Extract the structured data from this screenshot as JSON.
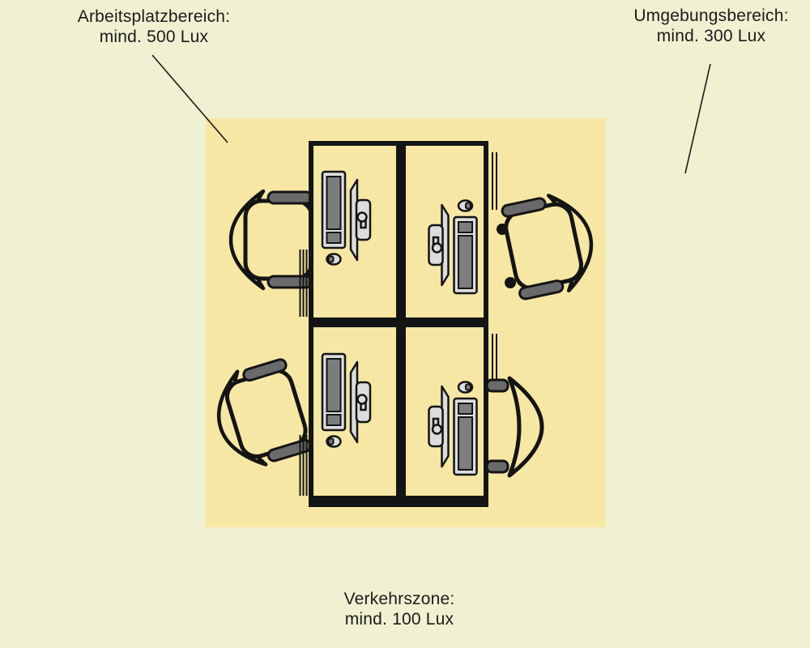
{
  "colors": {
    "outer_background": "#F0F1D2",
    "work_area": "#F6E7A4",
    "outline_black": "#141414",
    "equipment_light_gray": "#DCDCDC",
    "equipment_dark_gray": "#7D7D7D",
    "armrest_gray": "#6A6A6A",
    "text": "#1B1B1B"
  },
  "zones": [
    {
      "id": "workplace",
      "label_line1": "Arbeitsplatzbereich:",
      "label_line2": "mind. 500 Lux",
      "min_lux": 500
    },
    {
      "id": "surrounding",
      "label_line1": "Umgebungsbereich:",
      "label_line2": "mind. 300 Lux",
      "min_lux": 300
    },
    {
      "id": "traffic",
      "label_line1": "Verkehrszone:",
      "label_line2": "mind. 100 Lux",
      "min_lux": 100
    }
  ],
  "diagram": {
    "layout": "2x2 desk block, top-down floor plan",
    "workstations": 4,
    "chairs": 4,
    "monitors": 4,
    "keyboards": 4,
    "mice": 4,
    "chairs_pulled_out": 3,
    "chairs_pushed_in": 1
  }
}
